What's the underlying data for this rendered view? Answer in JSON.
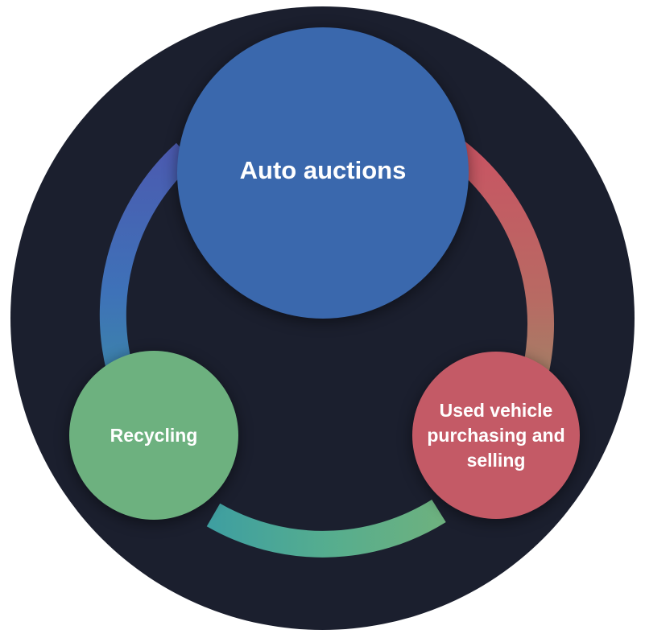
{
  "colors": {
    "background_disc": "#1b1f2e",
    "auto_auctions": "#3a68ad",
    "recycling": "#6db17f",
    "used_vehicle": "#c45a66",
    "ring_blue": "#3e72b8",
    "ring_red": "#c85563",
    "ring_green": "#5fb087",
    "ring_purple": "#4b5bb0"
  },
  "nodes": {
    "auto_auctions": {
      "label": "Auto auctions"
    },
    "recycling": {
      "label": "Recycling"
    },
    "used_vehicle": {
      "label": "Used vehicle purchasing and selling"
    }
  }
}
